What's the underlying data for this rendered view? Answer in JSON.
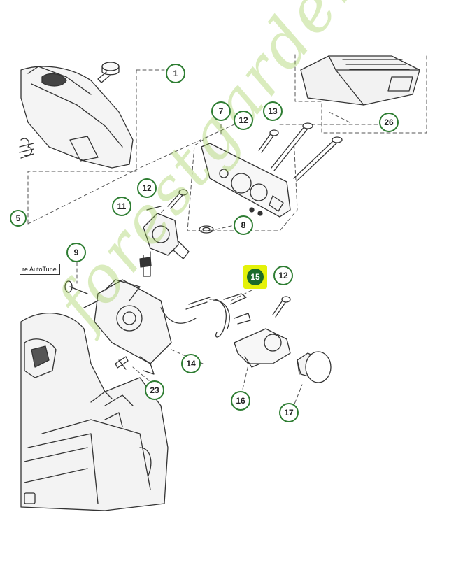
{
  "diagram": {
    "callouts": [
      {
        "id": "c1",
        "label": "1"
      },
      {
        "id": "c7",
        "label": "7"
      },
      {
        "id": "c12a",
        "label": "12"
      },
      {
        "id": "c13",
        "label": "13"
      },
      {
        "id": "c26",
        "label": "26"
      },
      {
        "id": "c12b",
        "label": "12"
      },
      {
        "id": "c11",
        "label": "11"
      },
      {
        "id": "c8",
        "label": "8"
      },
      {
        "id": "c9",
        "label": "9"
      },
      {
        "id": "c15",
        "label": "15"
      },
      {
        "id": "c12c",
        "label": "12"
      },
      {
        "id": "c14",
        "label": "14"
      },
      {
        "id": "c23",
        "label": "23"
      },
      {
        "id": "c16",
        "label": "16"
      },
      {
        "id": "c17",
        "label": "17"
      },
      {
        "id": "c5",
        "label": "5"
      }
    ],
    "reference_label": "re AutoTune",
    "watermark_text": "forestgarden.com",
    "colors": {
      "callout_border": "#2e7d32",
      "highlight": "#e4f20a",
      "highlight_badge": "#1b6b2a",
      "watermark": "#96c846"
    }
  }
}
